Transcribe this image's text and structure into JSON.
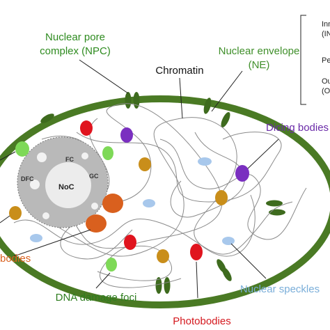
{
  "labels": {
    "npc": [
      "Nuclear pore",
      "complex (NPC)"
    ],
    "ne": [
      "Nuclear envelope",
      "(NE)"
    ],
    "chromatin": "Chromatin",
    "dicing_bodies": "Dicing bodies",
    "bodies_left": "bodies",
    "dna_damage_foci": "DNA damage foci",
    "photobodies": "Photobodies",
    "nuclear_speckles": "Nuclear speckles"
  },
  "nucleolus": {
    "fc": "FC",
    "dfc": "DFC",
    "gc": "GC",
    "noc": "NoC"
  },
  "side_legend": {
    "line1": "Inn",
    "line2": "(IN",
    "line3": "Pe",
    "line4": "Ou",
    "line5": "(O"
  },
  "colors": {
    "envelope": "#4a7a24",
    "npc": "#3e6b1e",
    "npc_label": "#2e8b1f",
    "ne_label": "#3f8f2a",
    "dicing": "#6a2aa8",
    "cajal_like": "#d9601e",
    "dna_damage": "#2e7d1f",
    "photobodies": "#d4181e",
    "speckles": "#7aaed9",
    "speckle_fill": "#a8c8ec",
    "green_body": "#7ed957",
    "gold_body": "#c98e1a",
    "orange_body": "#d9601e",
    "red_body": "#e0141e",
    "purple_body": "#7a2fc0"
  }
}
